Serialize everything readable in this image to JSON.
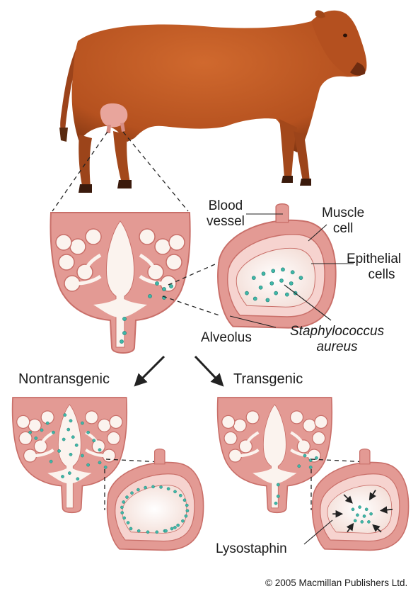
{
  "labels": {
    "blood_vessel": [
      "Blood",
      "vessel"
    ],
    "muscle_cell": [
      "Muscle",
      "cell"
    ],
    "epithelial_cells": [
      "Epithelial",
      "cells"
    ],
    "alveolus": "Alveolus",
    "staphylococcus": [
      "Staphylococcus",
      "aureus"
    ],
    "nontransgenic": "Nontransgenic",
    "transgenic": "Transgenic",
    "lysostaphin": "Lysostaphin",
    "credit": "© 2005 Macmillan Publishers Ltd."
  },
  "colors": {
    "cow": "#b5511f",
    "cow_shadow": "#7a3210",
    "tissue": "#e39a94",
    "tissue_dark": "#c96f69",
    "tissue_light": "#f6d3cf",
    "lumen": "#fbf3ee",
    "bacteria": "#3fb7a8",
    "line": "#222222"
  }
}
